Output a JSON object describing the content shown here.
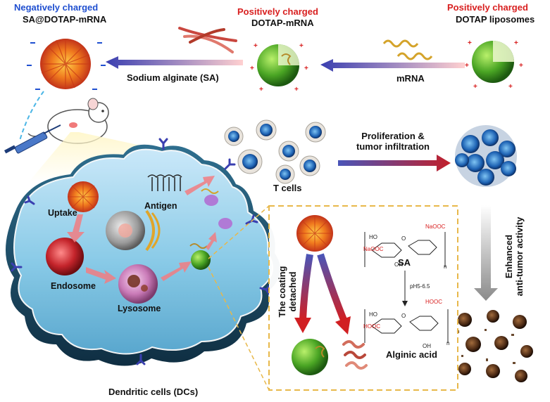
{
  "top": {
    "sa_mrna": {
      "charge": "Negatively charged",
      "name": "SA@DOTAP-mRNA"
    },
    "dotap_mrna": {
      "charge": "Positively charged",
      "name": "DOTAP-mRNA"
    },
    "liposomes": {
      "charge": "Positively charged",
      "name": "DOTAP liposomes"
    },
    "arrow_sa": "Sodium alginate (SA)",
    "arrow_mrna": "mRNA"
  },
  "tcells": {
    "label": "T cells",
    "proliferation_line1": "Proliferation &",
    "proliferation_line2": "tumor infiltration",
    "enhanced_line1": "Enhanced",
    "enhanced_line2": "anti-tumor activity"
  },
  "dc": {
    "uptake": "Uptake",
    "antigen": "Antigen",
    "endosome": "Endosome",
    "lysosome": "Lysosome",
    "name": "Dendritic cells (DCs)"
  },
  "inset": {
    "coating_line1": "The coating",
    "coating_line2": "detached",
    "sa": "SA",
    "ph": "pH5-6.5",
    "alginic": "Alginic acid",
    "naooc": "NaOOC",
    "hooc": "HOOC",
    "ho": "HO",
    "oh": "OH",
    "o": "O",
    "n": "n"
  },
  "colors": {
    "negative": "#1f4fd0",
    "positive": "#d81e1e",
    "inset_border": "#e8b84a",
    "cell_fill": "#8fd1ee",
    "cell_edge": "#1e4a66"
  }
}
